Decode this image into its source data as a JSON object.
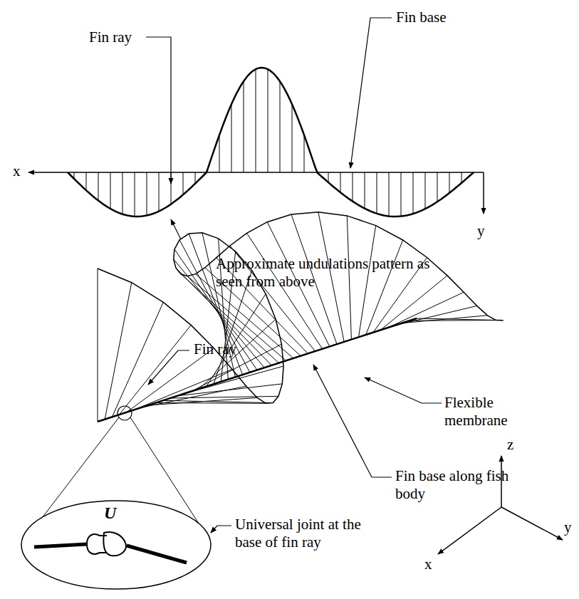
{
  "diagram": {
    "labels": [
      "Fin ray",
      "Fin base",
      "x",
      "y",
      "Approximate undulations pattern as seen from above",
      "Fin ray",
      "Flexible membrane",
      "z",
      "x",
      "y",
      "Fin base along fish body",
      "U",
      "Universal joint at the base of fin ray"
    ]
  }
}
